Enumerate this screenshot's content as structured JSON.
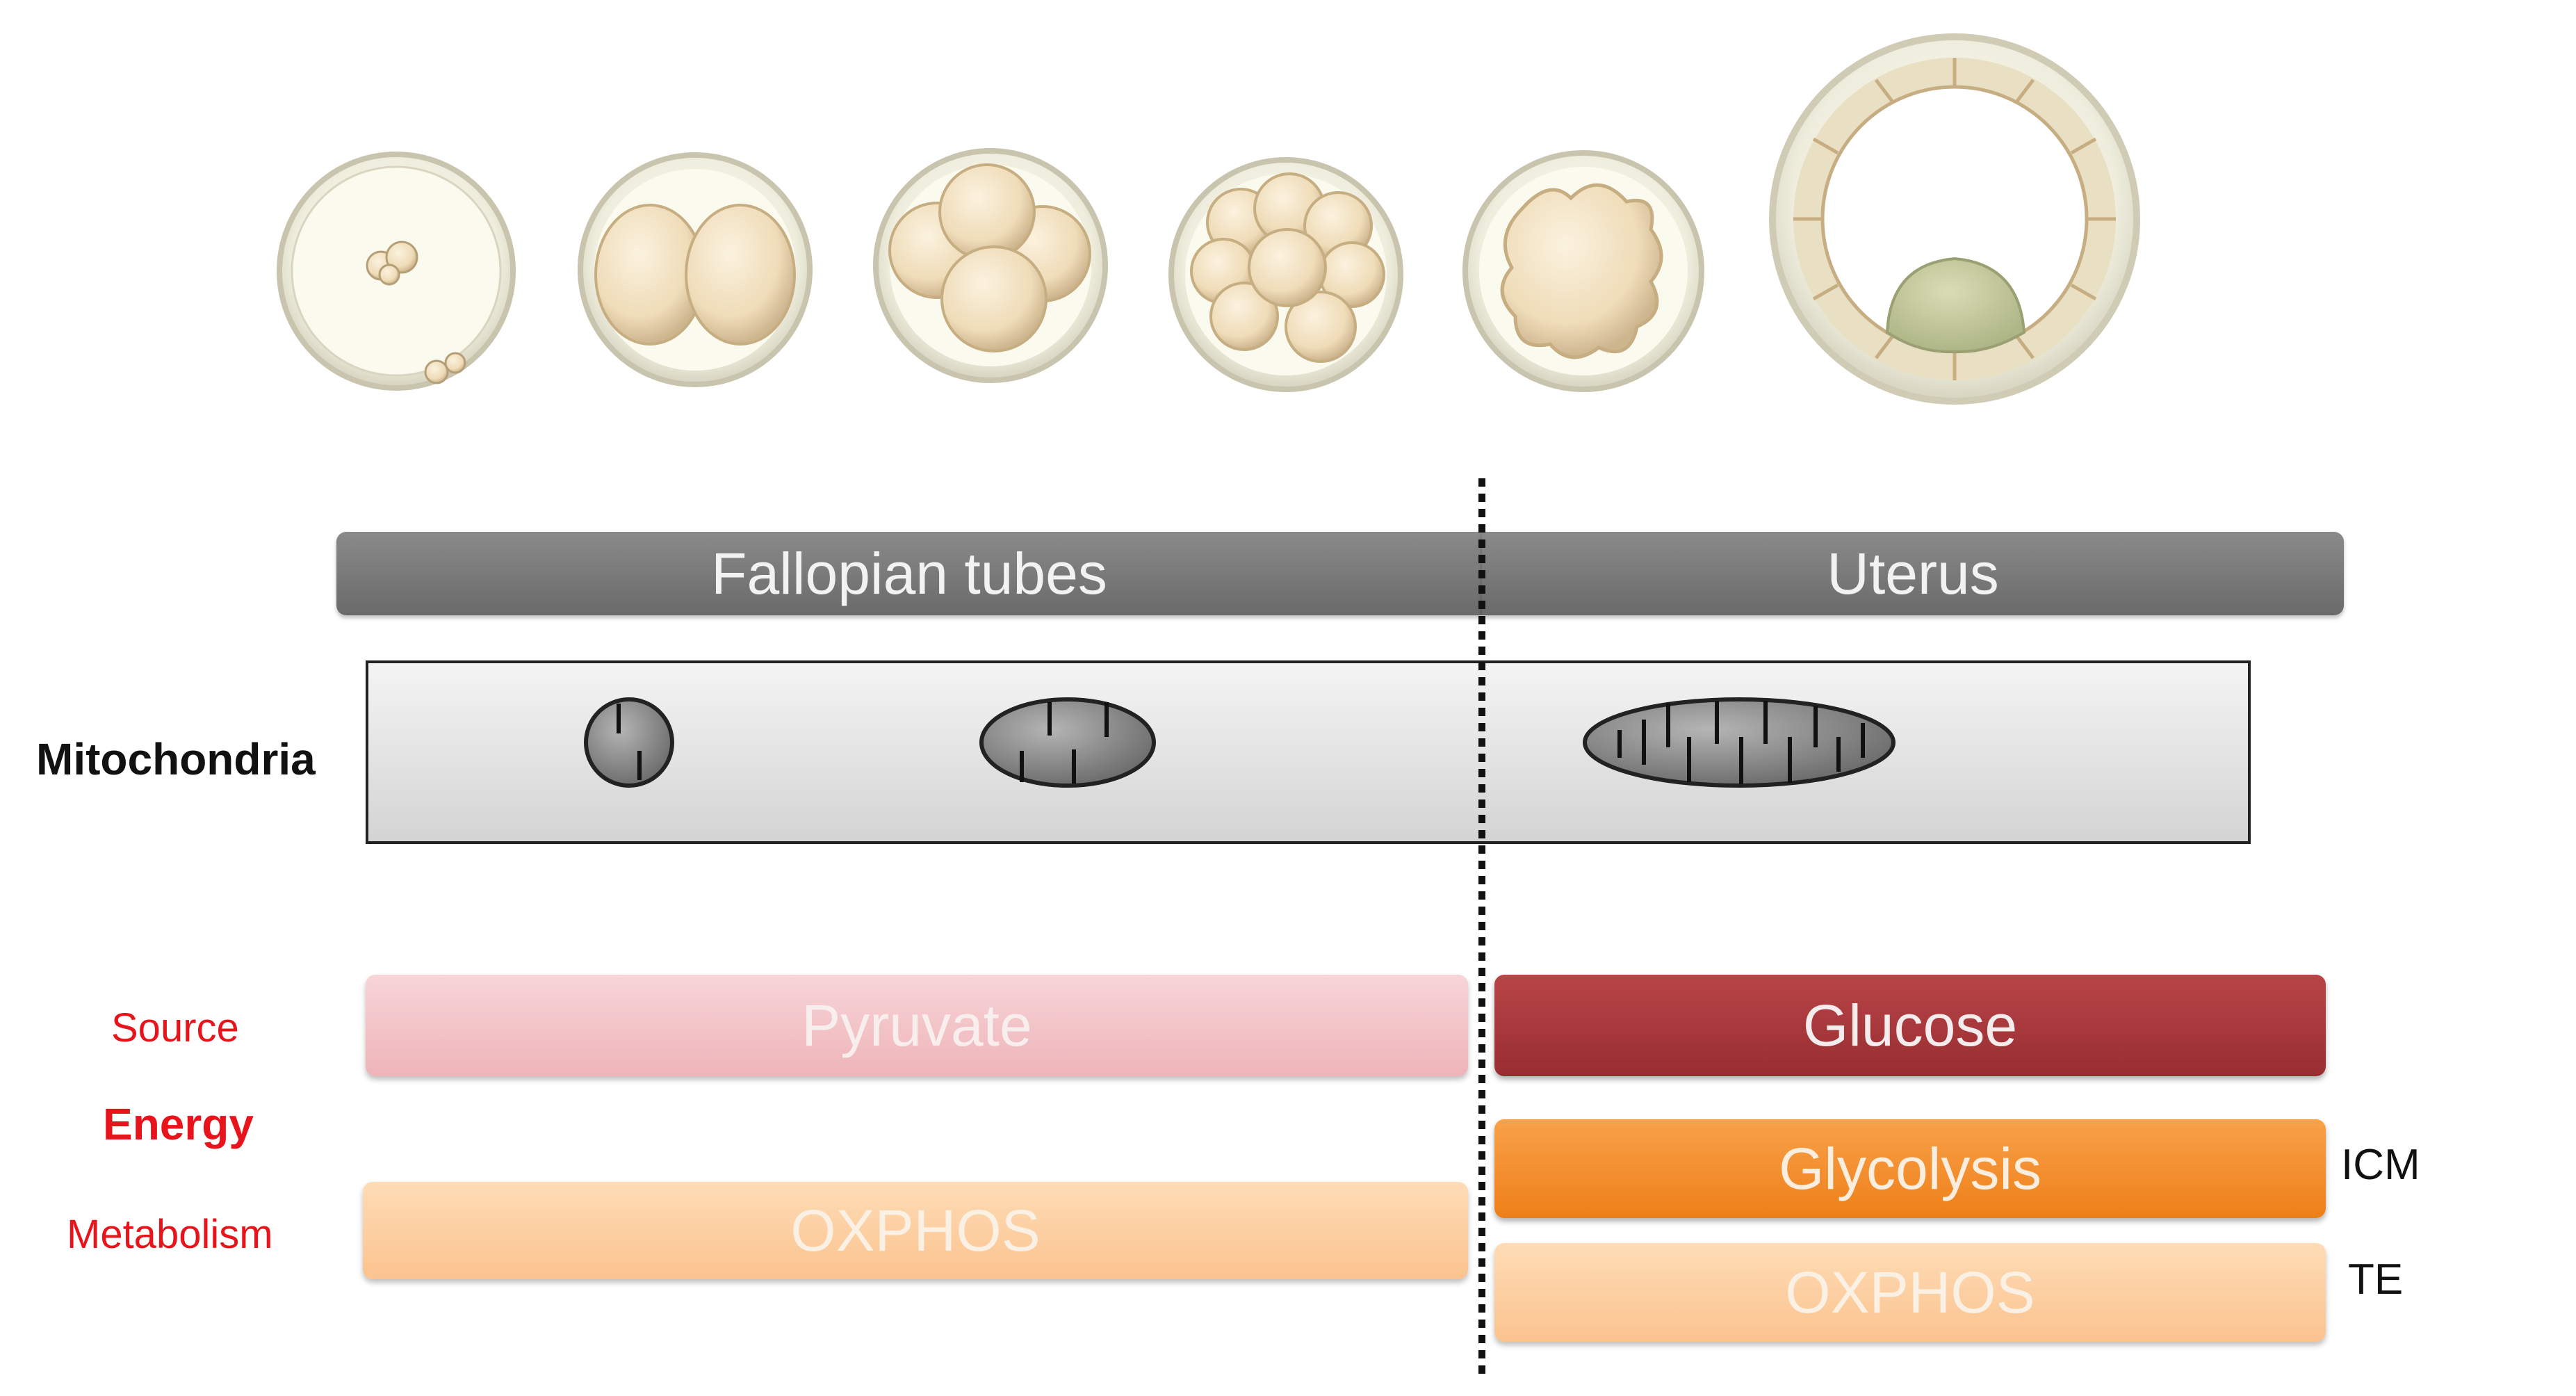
{
  "location_bars": {
    "fallopian": "Fallopian tubes",
    "uterus": "Uterus"
  },
  "mitochondria_label": "Mitochondria",
  "source_label": "Source",
  "energy_label": "Energy",
  "metabolism_label": "Metabolism",
  "source_bars": {
    "pyruvate": "Pyruvate",
    "glucose": "Glucose"
  },
  "metabolism_bars": {
    "oxphos_early": "OXPHOS",
    "glycolysis": "Glycolysis",
    "oxphos_te": "OXPHOS"
  },
  "cell_labels": {
    "icm": "ICM",
    "te": "TE"
  },
  "colors": {
    "location_bar": "#7a7a7a",
    "pyruvate": "#f3c4c8",
    "glucose": "#a8383b",
    "oxphos": "#fdd1a3",
    "glycolysis": "#f5902b",
    "label_red": "#e8141c"
  }
}
